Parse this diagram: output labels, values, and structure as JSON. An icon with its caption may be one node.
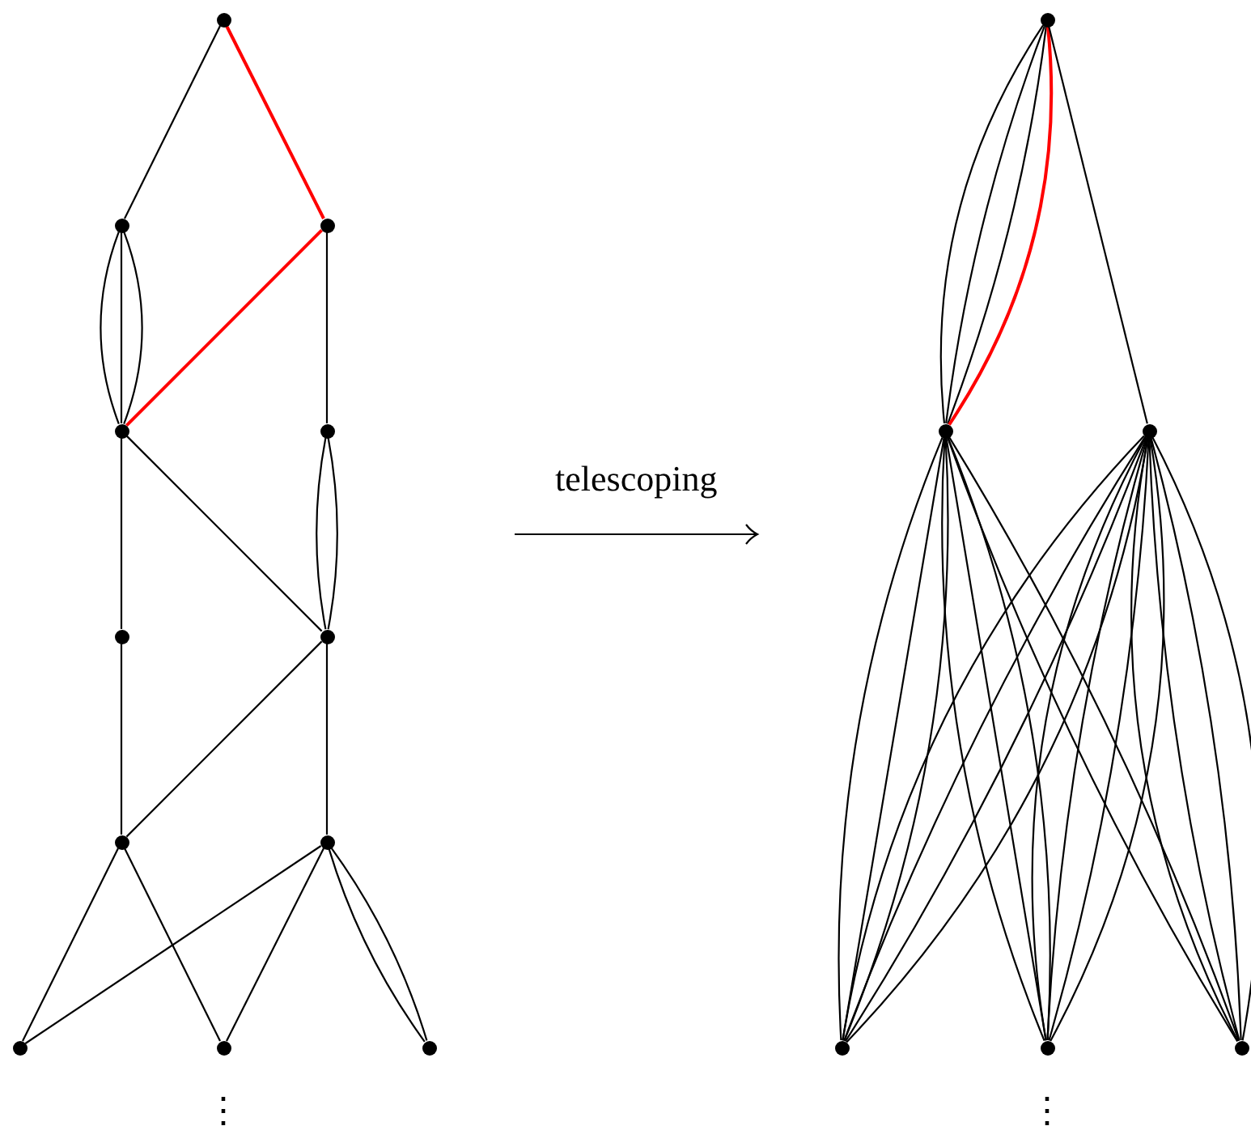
{
  "diagram": {
    "nodes": [
      {
        "text": [],
        "shape": "circle"
      },
      {
        "text": [],
        "shape": "circle"
      },
      {
        "text": [],
        "shape": "circle"
      },
      {
        "text": [],
        "shape": "circle"
      },
      {
        "text": [],
        "shape": "circle"
      },
      {
        "text": [],
        "shape": "circle"
      },
      {
        "text": [],
        "shape": "circle"
      },
      {
        "text": [],
        "shape": "circle"
      },
      {
        "text": [],
        "shape": "circle"
      },
      {
        "text": [],
        "shape": "circle"
      },
      {
        "text": [],
        "shape": "circle"
      },
      {
        "text": [],
        "shape": "circle"
      },
      {
        "text": [],
        "shape": "circle"
      },
      {
        "text": [],
        "shape": "circle"
      },
      {
        "text": [],
        "shape": "circle"
      },
      {
        "text": [],
        "shape": "circle"
      },
      {
        "text": [],
        "shape": "circle"
      },
      {
        "text": [],
        "shape": "circle"
      }
    ],
    "edges": [
      {
        "from": 0,
        "to": 1,
        "arrow": "none"
      },
      {
        "from": 0,
        "to": 2,
        "arrow": "none",
        "color": "#ff0000"
      },
      {
        "from": 1,
        "to": 3,
        "arrow": "none"
      },
      {
        "from": 1,
        "to": 3,
        "arrow": "none"
      },
      {
        "from": 1,
        "to": 3,
        "arrow": "none"
      },
      {
        "from": 2,
        "to": 3,
        "arrow": "none",
        "color": "#ff0000"
      },
      {
        "from": 2,
        "to": 4,
        "arrow": "none"
      },
      {
        "from": 4,
        "to": 6,
        "arrow": "none"
      },
      {
        "from": 4,
        "to": 6,
        "arrow": "none"
      },
      {
        "from": 3,
        "to": 6,
        "arrow": "none"
      },
      {
        "from": 3,
        "to": 5,
        "arrow": "none"
      },
      {
        "from": 5,
        "to": 7,
        "arrow": "none"
      },
      {
        "from": 6,
        "to": 7,
        "arrow": "none"
      },
      {
        "from": 6,
        "to": 8,
        "arrow": "none"
      },
      {
        "from": 7,
        "to": 9,
        "arrow": "none"
      },
      {
        "from": 7,
        "to": 10,
        "arrow": "none"
      },
      {
        "from": 8,
        "to": 9,
        "arrow": "none"
      },
      {
        "from": 8,
        "to": 10,
        "arrow": "none"
      },
      {
        "from": 8,
        "to": 11,
        "arrow": "none"
      },
      {
        "from": 8,
        "to": 11,
        "arrow": "none"
      },
      {
        "from": 12,
        "to": 13,
        "arrow": "none"
      },
      {
        "from": 12,
        "to": 13,
        "arrow": "none"
      },
      {
        "from": 12,
        "to": 13,
        "arrow": "none"
      },
      {
        "from": 12,
        "to": 13,
        "arrow": "none",
        "color": "#ff0000"
      },
      {
        "from": 12,
        "to": 14,
        "arrow": "none"
      },
      {
        "from": 13,
        "to": 15,
        "arrow": "none"
      },
      {
        "from": 13,
        "to": 15,
        "arrow": "none"
      },
      {
        "from": 13,
        "to": 15,
        "arrow": "none"
      },
      {
        "from": 13,
        "to": 16,
        "arrow": "none"
      },
      {
        "from": 13,
        "to": 16,
        "arrow": "none"
      },
      {
        "from": 13,
        "to": 16,
        "arrow": "none"
      },
      {
        "from": 13,
        "to": 17,
        "arrow": "none"
      },
      {
        "from": 13,
        "to": 17,
        "arrow": "none"
      },
      {
        "from": 14,
        "to": 15,
        "arrow": "none"
      },
      {
        "from": 14,
        "to": 15,
        "arrow": "none"
      },
      {
        "from": 14,
        "to": 15,
        "arrow": "none"
      },
      {
        "from": 14,
        "to": 15,
        "arrow": "none"
      },
      {
        "from": 14,
        "to": 16,
        "arrow": "none"
      },
      {
        "from": 14,
        "to": 16,
        "arrow": "none"
      },
      {
        "from": 14,
        "to": 16,
        "arrow": "none"
      },
      {
        "from": 14,
        "to": 16,
        "arrow": "none"
      },
      {
        "from": 14,
        "to": 17,
        "arrow": "none"
      },
      {
        "from": 14,
        "to": 17,
        "arrow": "none"
      },
      {
        "from": 14,
        "to": 17,
        "arrow": "none"
      },
      {
        "from": 14,
        "to": 17,
        "arrow": "none"
      }
    ],
    "labels": [
      "telescoping",
      "⋮",
      "⋮"
    ]
  }
}
